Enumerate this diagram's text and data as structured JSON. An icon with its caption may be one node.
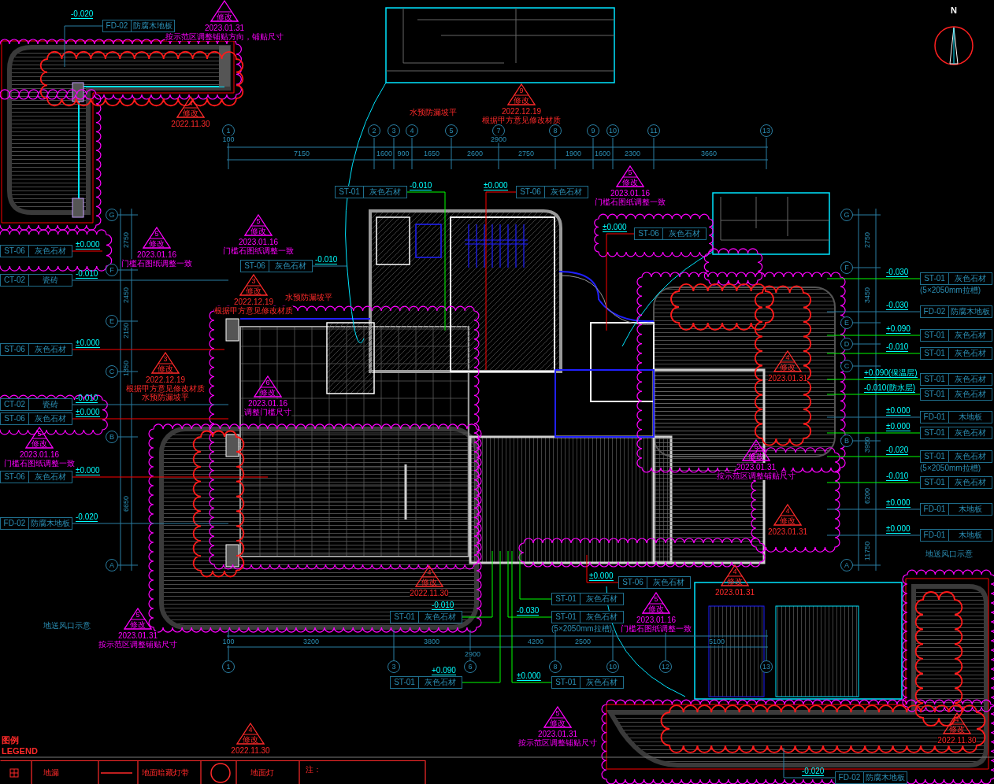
{
  "diagram": {
    "nodes": [
      {
        "text": [
          "修改"
        ],
        "beside": [
          "2023.01.31",
          "按示范区调整铺贴方向，铺贴尺寸"
        ]
      },
      {
        "text": [
          "4",
          "修改"
        ],
        "beside": [
          "2022.11.30"
        ]
      },
      {
        "text": [
          "5",
          "修改"
        ],
        "beside": [
          "2023.01.16",
          "门槛石图纸调整一致"
        ]
      },
      {
        "text": [
          "5",
          "修改"
        ],
        "beside": [
          "2023.01.16",
          "门槛石图纸调整一致"
        ]
      },
      {
        "text": [
          "3",
          "修改"
        ],
        "beside": [
          "2022.12.19",
          "根据甲方意见修改材质",
          "水预防漏坡平"
        ]
      },
      {
        "text": [
          "3",
          "修改"
        ],
        "beside": [
          "2022.12.19",
          "根据甲方意见修改材质"
        ]
      },
      {
        "text": [
          "6",
          "修改"
        ],
        "beside": [
          "2023.01.16",
          "调整门槛尺寸"
        ]
      },
      {
        "text": [
          "5",
          "修改"
        ],
        "beside": [
          "2023.01.16",
          "门槛石图纸调整一致"
        ]
      },
      {
        "text": [
          "9",
          "修改"
        ],
        "beside": [
          "2022.12.19",
          "根据甲方意见修改材质"
        ]
      },
      {
        "text": [
          "5",
          "修改"
        ],
        "beside": [
          "2023.01.16",
          "门槛石图纸调整一致"
        ]
      },
      {
        "text": [
          "4",
          "修改"
        ],
        "beside": [
          "2023.01.31"
        ]
      },
      {
        "text": [
          "5",
          "修改"
        ],
        "beside": [
          "2023.01.31",
          "按示范区调整铺贴尺寸"
        ]
      },
      {
        "text": [
          "4",
          "修改"
        ],
        "beside": [
          "2023.01.31"
        ]
      },
      {
        "text": [
          "5",
          "修改"
        ],
        "beside": [
          "2023.01.31",
          "按示范区调整铺贴尺寸"
        ]
      },
      {
        "text": [
          "4",
          "修改"
        ],
        "beside": [
          "2022.11.30"
        ]
      },
      {
        "text": [
          "5",
          "修改"
        ],
        "beside": [
          "2023.01.31",
          "按示范区调整铺贴尺寸"
        ]
      },
      {
        "text": [
          "5",
          "修改"
        ],
        "beside": [
          "2023.01.16",
          "门槛石图纸调整一致"
        ]
      },
      {
        "text": [
          "4",
          "修改"
        ],
        "beside": [
          "2023.01.31"
        ]
      },
      {
        "text": [
          "4",
          "修改"
        ],
        "beside": [
          "2022.11.30"
        ]
      },
      {
        "text": [
          "4",
          "修改"
        ],
        "beside": [
          "2022.11.30"
        ]
      },
      {
        "text": [
          "FD-02",
          "防腐木地板"
        ],
        "beside": [
          "-0.020"
        ]
      },
      {
        "text": [
          "ST-06",
          "灰色石材"
        ],
        "beside": [
          "±0.000"
        ]
      },
      {
        "text": [
          "CT-02",
          "瓷砖"
        ],
        "beside": [
          "-0.010"
        ]
      },
      {
        "text": [
          "ST-06",
          "灰色石材"
        ],
        "beside": [
          "±0.000"
        ]
      },
      {
        "text": [
          "CT-02",
          "瓷砖"
        ],
        "beside": [
          "-0.010"
        ]
      },
      {
        "text": [
          "ST-06",
          "灰色石材"
        ],
        "beside": [
          "±0.000"
        ]
      },
      {
        "text": [
          "ST-06",
          "灰色石材"
        ],
        "beside": [
          "±0.000"
        ]
      },
      {
        "text": [
          "FD-02",
          "防腐木地板"
        ],
        "beside": [
          "-0.020"
        ]
      },
      {
        "text": [
          "ST-01",
          "灰色石材"
        ],
        "beside": [
          "-0.010"
        ]
      },
      {
        "text": [
          "ST-06",
          "灰色石材"
        ],
        "beside": [
          "±0.000"
        ]
      },
      {
        "text": [
          "ST-06",
          "灰色石材"
        ],
        "beside": [
          "-0.010"
        ]
      },
      {
        "text": [
          "ST-06",
          "灰色石材"
        ],
        "beside": [
          "±0.000"
        ]
      },
      {
        "text": [
          "ST-01",
          "灰色石材",
          "(5×2050mm拉槽)"
        ],
        "beside": [
          "-0.030"
        ]
      },
      {
        "text": [
          "FD-02",
          "防腐木地板"
        ],
        "beside": [
          "-0.030"
        ]
      },
      {
        "text": [
          "ST-01",
          "灰色石材"
        ],
        "beside": [
          "+0.090"
        ]
      },
      {
        "text": [
          "ST-01",
          "灰色石材"
        ],
        "beside": [
          "-0.010"
        ]
      },
      {
        "text": [
          "ST-01",
          "灰色石材"
        ],
        "beside": [
          "+0.090(保温层)"
        ]
      },
      {
        "text": [
          "ST-01",
          "灰色石材"
        ],
        "beside": [
          "-0.010(防水层)"
        ]
      },
      {
        "text": [
          "FD-01",
          "木地板"
        ],
        "beside": [
          "±0.000"
        ]
      },
      {
        "text": [
          "ST-01",
          "灰色石材"
        ],
        "beside": [
          "±0.000"
        ]
      },
      {
        "text": [
          "ST-01",
          "灰色石材",
          "(5×2050mm拉槽)"
        ],
        "beside": [
          "-0.020"
        ]
      },
      {
        "text": [
          "ST-01",
          "灰色石材"
        ],
        "beside": [
          "-0.010"
        ]
      },
      {
        "text": [
          "FD-01",
          "木地板"
        ],
        "beside": [
          "±0.000"
        ]
      },
      {
        "text": [
          "FD-01",
          "木地板"
        ],
        "beside": [
          "±0.000"
        ]
      },
      {
        "text": [
          "ST-06",
          "灰色石材"
        ],
        "beside": [
          "±0.000"
        ]
      },
      {
        "text": [
          "ST-01",
          "灰色石材"
        ]
      },
      {
        "text": [
          "ST-01",
          "灰色石材",
          "(5×2050mm拉槽)"
        ],
        "beside": [
          "-0.030"
        ]
      },
      {
        "text": [
          "ST-01",
          "灰色石材"
        ],
        "beside": [
          "-0.010"
        ]
      },
      {
        "text": [
          "ST-01",
          "灰色石材"
        ],
        "beside": [
          "+0.090"
        ]
      },
      {
        "text": [
          "ST-01",
          "灰色石材"
        ],
        "beside": [
          "±0.000"
        ]
      },
      {
        "text": [
          "FD-02",
          "防腐木地板"
        ],
        "beside": [
          "-0.020"
        ]
      },
      {
        "text": [
          "1"
        ]
      },
      {
        "text": [
          "2"
        ]
      },
      {
        "text": [
          "3"
        ]
      },
      {
        "text": [
          "4"
        ]
      },
      {
        "text": [
          "5"
        ]
      },
      {
        "text": [
          "7"
        ]
      },
      {
        "text": [
          "8"
        ]
      },
      {
        "text": [
          "9"
        ]
      },
      {
        "text": [
          "10"
        ]
      },
      {
        "text": [
          "11"
        ]
      },
      {
        "text": [
          "13"
        ]
      },
      {
        "text": [
          "1"
        ]
      },
      {
        "text": [
          "3"
        ]
      },
      {
        "text": [
          "6"
        ]
      },
      {
        "text": [
          "8"
        ]
      },
      {
        "text": [
          "10"
        ]
      },
      {
        "text": [
          "12"
        ]
      },
      {
        "text": [
          "13"
        ]
      },
      {
        "text": [
          "G"
        ]
      },
      {
        "text": [
          "F"
        ]
      },
      {
        "text": [
          "E"
        ]
      },
      {
        "text": [
          "C"
        ]
      },
      {
        "text": [
          "B"
        ]
      },
      {
        "text": [
          "A"
        ]
      },
      {
        "text": [
          "G"
        ]
      },
      {
        "text": [
          "F"
        ]
      },
      {
        "text": [
          "E"
        ]
      },
      {
        "text": [
          "D"
        ]
      },
      {
        "text": [
          "C"
        ]
      },
      {
        "text": [
          "B"
        ]
      },
      {
        "text": [
          "A"
        ]
      }
    ],
    "edges": [
      {
        "from": 20,
        "to": null,
        "arrow": "none",
        "color": "#2b7fa3"
      },
      {
        "from": 21,
        "to": null,
        "arrow": "none",
        "color": "#ff0000"
      },
      {
        "from": 22,
        "to": null,
        "arrow": "none",
        "color": "#2b7fa3"
      },
      {
        "from": 23,
        "to": null,
        "arrow": "none",
        "color": "#ff0000"
      },
      {
        "from": 24,
        "to": null,
        "arrow": "none",
        "color": "#2b7fa3"
      },
      {
        "from": 25,
        "to": null,
        "arrow": "none",
        "color": "#ff0000"
      },
      {
        "from": 26,
        "to": null,
        "arrow": "none",
        "color": "#ff0000"
      },
      {
        "from": 27,
        "to": null,
        "arrow": "none",
        "color": "#2b7fa3"
      },
      {
        "from": 28,
        "to": null,
        "arrow": "none",
        "color": "#00ff00"
      },
      {
        "from": 29,
        "to": null,
        "arrow": "none",
        "color": "#ff0000"
      },
      {
        "from": 30,
        "to": null,
        "arrow": "none",
        "color": "#2b7fa3"
      },
      {
        "from": 31,
        "to": null,
        "arrow": "none",
        "color": "#ff0000"
      },
      {
        "from": 32,
        "to": null,
        "arrow": "none",
        "color": "#00ff00"
      },
      {
        "from": 33,
        "to": null,
        "arrow": "none",
        "color": "#2b7fa3"
      },
      {
        "from": 34,
        "to": null,
        "arrow": "none",
        "color": "#00ff00"
      },
      {
        "from": 35,
        "to": null,
        "arrow": "none",
        "color": "#00ff00"
      },
      {
        "from": 36,
        "to": null,
        "arrow": "none",
        "color": "#00ff00"
      },
      {
        "from": 37,
        "to": null,
        "arrow": "none",
        "color": "#00ff00"
      },
      {
        "from": 38,
        "to": null,
        "arrow": "none",
        "color": "#2b7fa3"
      },
      {
        "from": 39,
        "to": null,
        "arrow": "none",
        "color": "#00ff00"
      },
      {
        "from": 40,
        "to": null,
        "arrow": "none",
        "color": "#00ff00"
      },
      {
        "from": 41,
        "to": null,
        "arrow": "none",
        "color": "#00ff00"
      },
      {
        "from": 42,
        "to": null,
        "arrow": "none",
        "color": "#2b7fa3"
      },
      {
        "from": 43,
        "to": null,
        "arrow": "none",
        "color": "#2b7fa3"
      },
      {
        "from": 44,
        "to": null,
        "arrow": "none",
        "color": "#ff0000"
      },
      {
        "from": 45,
        "to": null,
        "arrow": "none",
        "color": "#00ff00"
      },
      {
        "from": 46,
        "to": null,
        "arrow": "none",
        "color": "#00ff00"
      },
      {
        "from": 47,
        "to": null,
        "arrow": "none",
        "color": "#00ff00"
      },
      {
        "from": 48,
        "to": null,
        "arrow": "none",
        "color": "#00ff00"
      },
      {
        "from": 49,
        "to": null,
        "arrow": "none",
        "color": "#00ff00"
      },
      {
        "from": 50,
        "to": null,
        "arrow": "none",
        "color": "#2b7fa3"
      }
    ],
    "labels": [
      "N",
      "水预防漏坡平",
      "100",
      "2900",
      "7150",
      "1600",
      "900",
      "1650",
      "2600",
      "2750",
      "1900",
      "1600",
      "2300",
      "3660",
      "水预防漏坡平",
      "2750",
      "2450",
      "2150",
      "1350",
      "6650",
      "2750",
      "3450",
      "3950",
      "6200",
      "11750",
      "地送风口示意",
      "地送风口示意",
      "100",
      "3200",
      "3800",
      "4200",
      "2500",
      "5100",
      "2900",
      "图例",
      "LEGEND",
      "注："
    ],
    "legend": [
      {
        "text": "地漏"
      },
      {
        "text": "地面暗藏灯带"
      },
      {
        "text": "地面灯"
      }
    ]
  }
}
